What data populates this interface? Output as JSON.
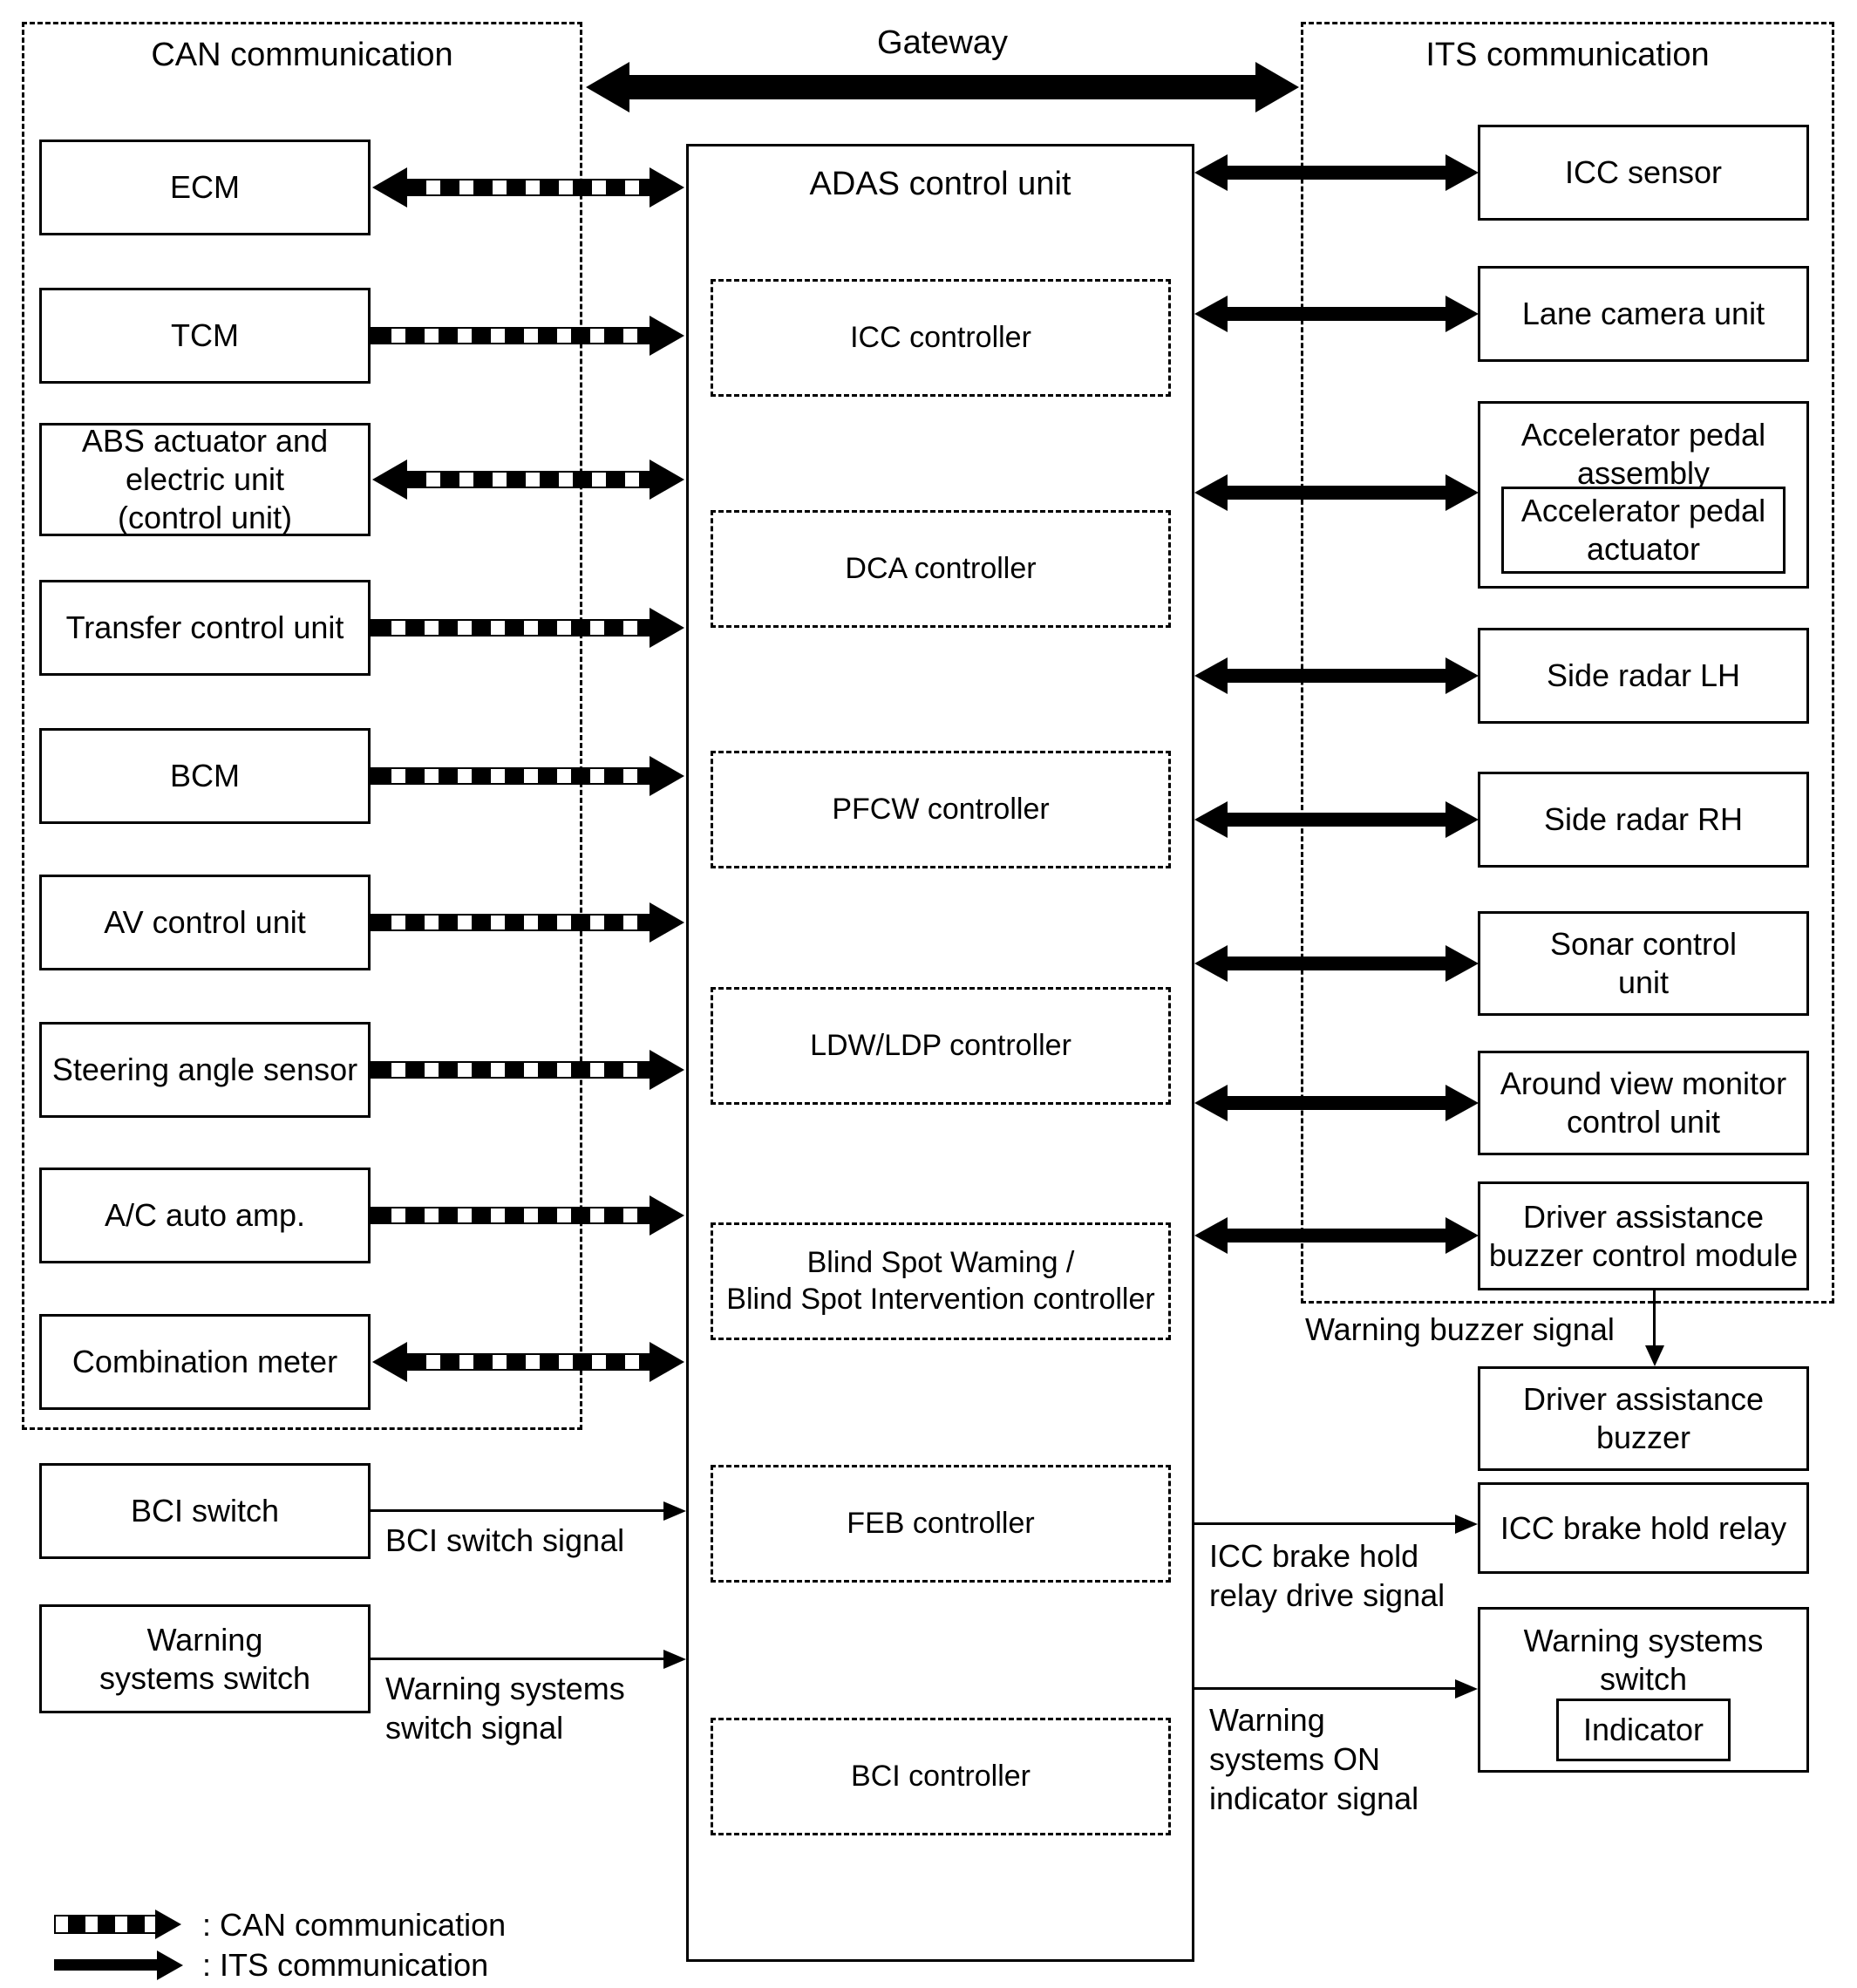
{
  "colors": {
    "ink": "#000000",
    "paper": "#ffffff"
  },
  "gateway": {
    "label": "Gateway"
  },
  "can_region": {
    "title": "CAN communication",
    "nodes": [
      {
        "label": "ECM",
        "arrow": "bidirectional"
      },
      {
        "label": "TCM",
        "arrow": "to-adas"
      },
      {
        "label": "ABS actuator and\nelectric unit\n(control unit)",
        "arrow": "bidirectional"
      },
      {
        "label": "Transfer control unit",
        "arrow": "to-adas"
      },
      {
        "label": "BCM",
        "arrow": "to-adas"
      },
      {
        "label": "AV control unit",
        "arrow": "to-adas"
      },
      {
        "label": "Steering angle sensor",
        "arrow": "to-adas"
      },
      {
        "label": "A/C auto amp.",
        "arrow": "to-adas"
      },
      {
        "label": "Combination meter",
        "arrow": "bidirectional"
      }
    ]
  },
  "adas": {
    "title": "ADAS control unit",
    "controllers": [
      "ICC controller",
      "DCA controller",
      "PFCW controller",
      "LDW/LDP controller",
      "Blind Spot Waming /\nBlind Spot Intervention controller",
      "FEB controller",
      "BCI controller"
    ]
  },
  "its_region": {
    "title": "ITS communication",
    "nodes": [
      "ICC sensor",
      "Lane camera unit",
      "Accelerator pedal\nassembly",
      "Side radar LH",
      "Side radar RH",
      "Sonar control\nunit",
      "Around view monitor\ncontrol unit",
      "Driver assistance\nbuzzer control module"
    ],
    "accelerator_inner": "Accelerator pedal\nactuator"
  },
  "lower_left": {
    "bci_switch": "BCI switch",
    "warning_systems_switch": "Warning\nsystems switch"
  },
  "lower_right": {
    "driver_assistance_buzzer": "Driver assistance\nbuzzer",
    "icc_brake_hold_relay": "ICC brake hold relay",
    "warning_systems_switch": "Warning systems\nswitch",
    "indicator": "Indicator"
  },
  "signals": {
    "bci_switch_signal": "BCI switch signal",
    "warning_systems_switch_signal": "Warning systems\nswitch signal",
    "warning_buzzer_signal": "Warning buzzer signal",
    "icc_brake_hold_relay_drive_signal": "ICC brake hold\nrelay drive signal",
    "warning_systems_on_indicator_signal": "Warning\nsystems ON\nindicator signal"
  },
  "legend": [
    {
      "style": "can",
      "label": ": CAN communication"
    },
    {
      "style": "its",
      "label": ": ITS communication"
    }
  ]
}
